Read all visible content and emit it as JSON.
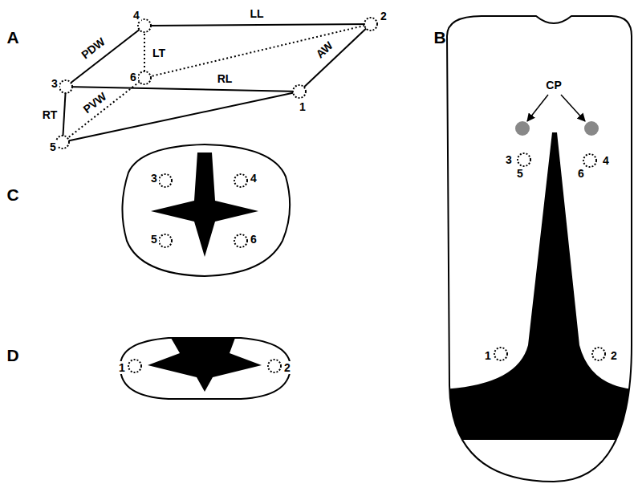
{
  "diagram": {
    "labels": [
      "A",
      "B",
      "4",
      "LL",
      "2",
      "PDW",
      "LT",
      "6",
      "3",
      "RL",
      "PVW",
      "1",
      "AW",
      "RT",
      "5",
      "CP",
      "3",
      "5",
      "6",
      "4",
      "1",
      "2",
      "C",
      "3",
      "4",
      "5",
      "6",
      "D",
      "1",
      "2"
    ]
  }
}
